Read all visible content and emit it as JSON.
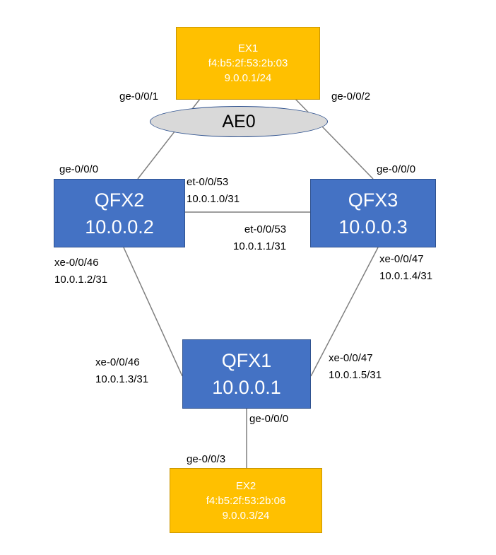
{
  "colors": {
    "switch_ex": "#FFC000",
    "switch_qfx": "#4472C4",
    "bundle": "#D9D9D9",
    "link": "#7F7F7F"
  },
  "nodes": {
    "ex1": {
      "name": "EX1",
      "mac": "f4:b5:2f:53:2b:03",
      "ip": "9.0.0.1/24"
    },
    "ex2": {
      "name": "EX2",
      "mac": "f4:b5:2f:53:2b:06",
      "ip": "9.0.0.3/24"
    },
    "qfx1": {
      "name": "QFX1",
      "ip": "10.0.0.1"
    },
    "qfx2": {
      "name": "QFX2",
      "ip": "10.0.0.2"
    },
    "qfx3": {
      "name": "QFX3",
      "ip": "10.0.0.3"
    }
  },
  "bundle": {
    "label": "AE0"
  },
  "ports": {
    "ex1_left": "ge-0/0/1",
    "ex1_right": "ge-0/0/2",
    "qfx2_up": "ge-0/0/0",
    "qfx3_up": "ge-0/0/0",
    "qfx2_right": {
      "port": "et-0/0/53",
      "ip": "10.0.1.0/31"
    },
    "qfx3_left": {
      "port": "et-0/0/53",
      "ip": "10.0.1.1/31"
    },
    "qfx2_down": {
      "port": "xe-0/0/46",
      "ip": "10.0.1.2/31"
    },
    "qfx3_down": {
      "port": "xe-0/0/47",
      "ip": "10.0.1.4/31"
    },
    "qfx1_left": {
      "port": "xe-0/0/46",
      "ip": "10.0.1.3/31"
    },
    "qfx1_right": {
      "port": "xe-0/0/47",
      "ip": "10.0.1.5/31"
    },
    "qfx1_down": "ge-0/0/0",
    "ex2_up": "ge-0/0/3"
  }
}
